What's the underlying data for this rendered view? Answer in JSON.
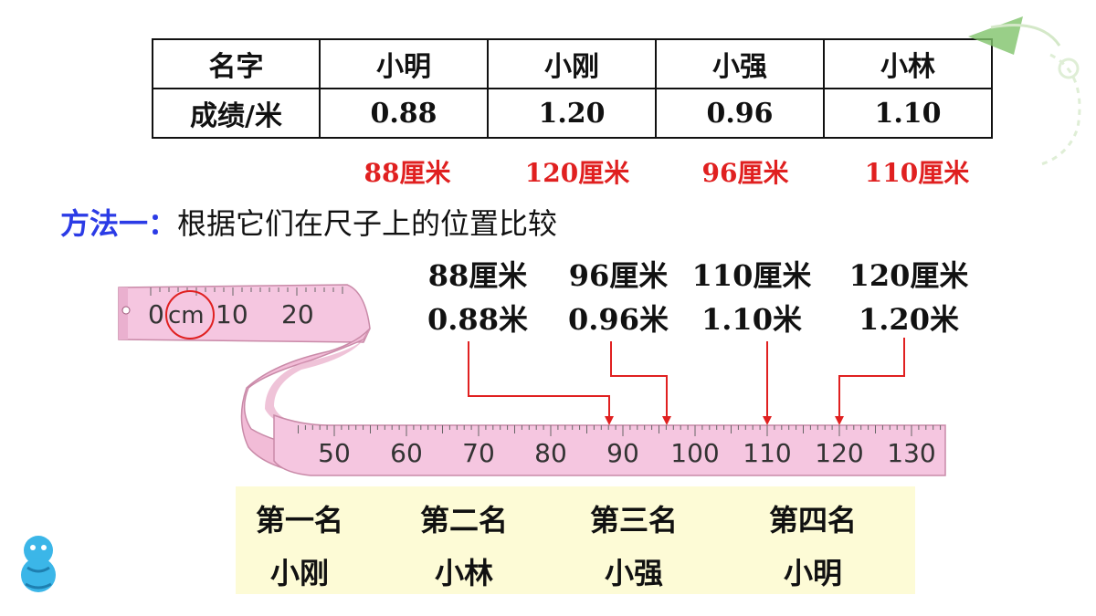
{
  "table": {
    "header": "名字",
    "score_label": "成绩/米",
    "names": [
      "小明",
      "小刚",
      "小强",
      "小林"
    ],
    "scores": [
      "0.88",
      "1.20",
      "0.96",
      "1.10"
    ]
  },
  "cm_conversions": [
    "88厘米",
    "120厘米",
    "96厘米",
    "110厘米"
  ],
  "method": {
    "title": "方法一：",
    "text": "根据它们在尺子上的位置比较"
  },
  "ruler_labels": [
    {
      "cm": "88厘米",
      "m": "0.88米"
    },
    {
      "cm": "96厘米",
      "m": "0.96米"
    },
    {
      "cm": "110厘米",
      "m": "1.10米"
    },
    {
      "cm": "120厘米",
      "m": "1.20米"
    }
  ],
  "tape": {
    "top_numbers": [
      "0",
      "cm",
      "10",
      "20"
    ],
    "bottom_numbers": [
      "50",
      "60",
      "70",
      "80",
      "90",
      "100",
      "110",
      "120",
      "130"
    ],
    "color": "#f5c6e0"
  },
  "ranking": {
    "places": [
      "第一名",
      "第二名",
      "第三名",
      "第四名"
    ],
    "names": [
      "小刚",
      "小林",
      "小强",
      "小明"
    ],
    "background": "#fdfbd6"
  },
  "colors": {
    "accent_red": "#e02020",
    "method_blue": "#2b3be6"
  }
}
